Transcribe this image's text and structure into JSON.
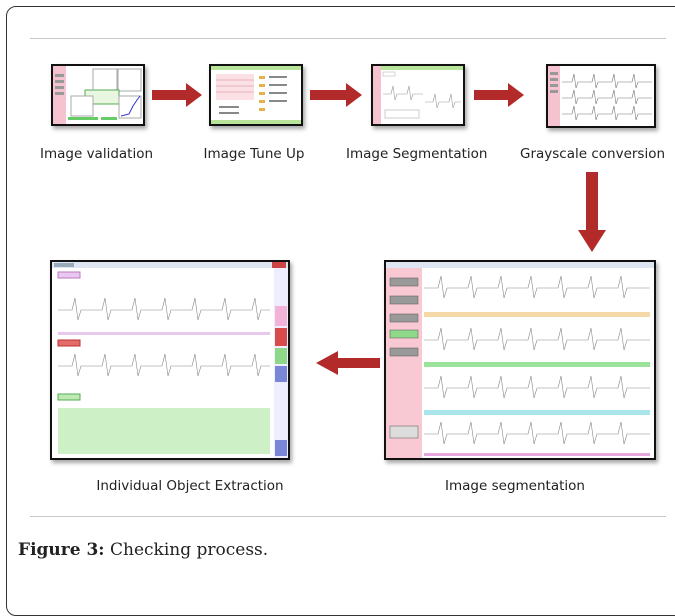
{
  "steps": [
    {
      "id": "validation",
      "label": "Image validation"
    },
    {
      "id": "tuneup",
      "label": "Image Tune Up"
    },
    {
      "id": "segmentation",
      "label": "Image Segmentation"
    },
    {
      "id": "grayscale",
      "label": "Grayscale conversion"
    },
    {
      "id": "segmentation2",
      "label": "Image segmentation"
    },
    {
      "id": "extraction",
      "label": "Individual Object Extraction"
    }
  ],
  "caption": {
    "prefix": "Figure 3:",
    "text": " Checking process."
  },
  "colors": {
    "arrow": "#b22a2a",
    "pink_panel": "#f8c9d3",
    "green_fill": "#cdf0c6",
    "border": "#111111"
  }
}
